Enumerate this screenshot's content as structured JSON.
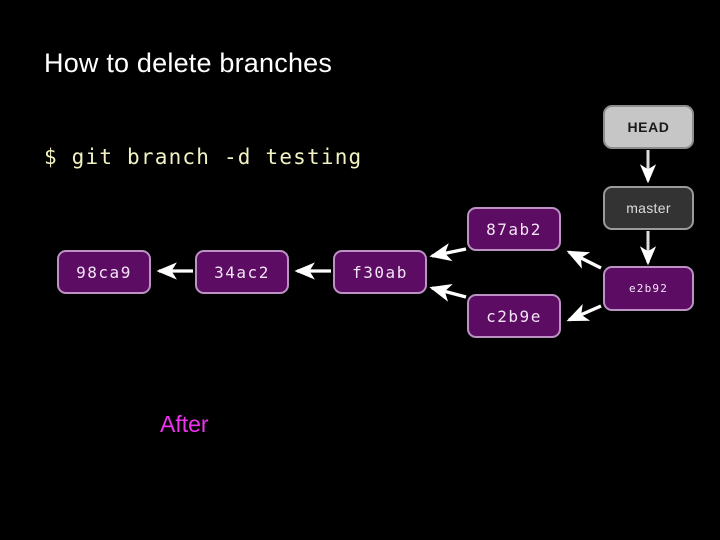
{
  "slide": {
    "background_color": "#000000",
    "title": "How to delete branches",
    "caption": "After",
    "caption_color": "#ee33ee"
  },
  "terminal": {
    "prompt": "$",
    "command": "$ git branch -d testing",
    "text_color": "#f2f2c2"
  },
  "graph": {
    "commit_fill": "#5c0d63",
    "commit_border": "#bb92c2",
    "ref_head_fill": "#c6c6c6",
    "ref_branch_fill": "#333333",
    "edge_color": "#ffffff",
    "commits": [
      {
        "id": "98ca9",
        "label": "98ca9"
      },
      {
        "id": "34ac2",
        "label": "34ac2"
      },
      {
        "id": "f30ab",
        "label": "f30ab"
      },
      {
        "id": "87ab2",
        "label": "87ab2"
      },
      {
        "id": "c2b9e",
        "label": "c2b9e"
      },
      {
        "id": "e2b92",
        "label": "e2b92"
      }
    ],
    "refs": [
      {
        "id": "head",
        "label": "HEAD"
      },
      {
        "id": "master",
        "label": "master"
      }
    ]
  }
}
